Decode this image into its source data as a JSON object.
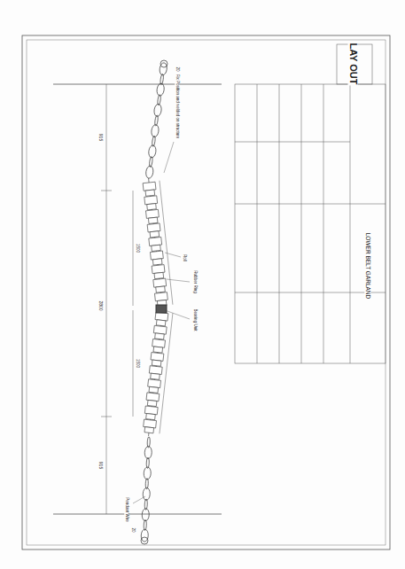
{
  "diagram": {
    "title": "LAY OUT",
    "labels": [
      "LOWER BELT GARLAND",
      "915",
      "2800",
      "915",
      "Roll",
      "Rubber Ring",
      "Bearing Unit",
      "Pendant Wire",
      "Fix Position and welded on structure",
      "1500",
      "1500",
      "20",
      "20"
    ]
  }
}
